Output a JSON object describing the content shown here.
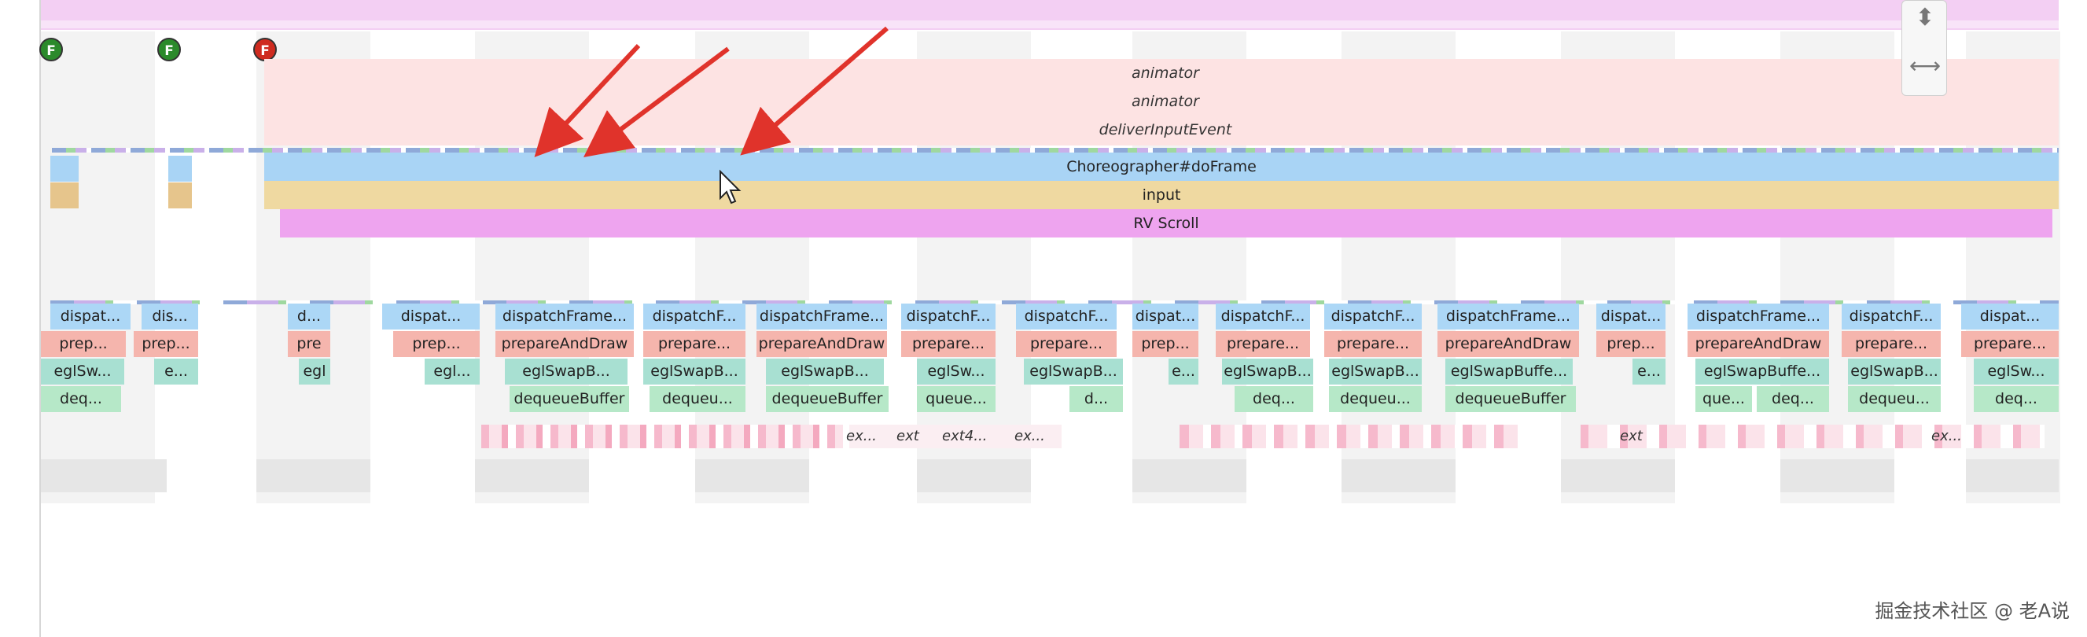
{
  "frame_markers": [
    {
      "label": "F",
      "status": "ok"
    },
    {
      "label": "F",
      "status": "ok"
    },
    {
      "label": "F",
      "status": "janky"
    }
  ],
  "main_thread": {
    "italic_labels": [
      "animator",
      "animator",
      "deliverInputEvent"
    ],
    "choreographer": "Choreographer#doFrame",
    "input": "input",
    "rv_scroll": "RV Scroll"
  },
  "render_thread": {
    "row1": [
      "dispat...",
      "dis...",
      "d...",
      "dispat...",
      "dispatchFrame...",
      "dispatchF...",
      "dispatchFrame...",
      "dispatchF...",
      "dispatchF...",
      "dispat...",
      "dispatchF...",
      "dispatchF...",
      "dispatchFrame...",
      "dispat...",
      "dispatchFrame...",
      "dispatchF...",
      "dispat..."
    ],
    "row2": [
      "prep...",
      "prep...",
      "pre",
      "prep...",
      "prepareAndDraw",
      "prepare...",
      "prepareAndDraw",
      "prepare...",
      "prepare...",
      "prep...",
      "prepare...",
      "prepare...",
      "prepareAndDraw",
      "prep...",
      "prepareAndDraw",
      "prepare...",
      "prepare..."
    ],
    "row3": [
      "eglSw...",
      "e...",
      "egl",
      "egl...",
      "eglSwapB...",
      "eglSwapB...",
      "eglSwapB...",
      "eglSw...",
      "eglSwapB...",
      "e...",
      "eglSwapB...",
      "eglSwapB...",
      "eglSwapBuffe...",
      "e...",
      "eglSwapBuffe...",
      "eglSwapB...",
      "eglSw..."
    ],
    "row4": [
      "deq...",
      "dequeueBuffer",
      "dequeu...",
      "dequeueBuffer",
      "queue...",
      "d...",
      "deq...",
      "dequeu...",
      "dequeueBuffer",
      "que...",
      "deq...",
      "dequeu...",
      "deq..."
    ]
  },
  "ext_labels": [
    "ex...",
    "ext",
    "ext4...",
    "ex...",
    "ext",
    "ex..."
  ],
  "controls": {
    "top_icon": "expand-vertical-icon",
    "bottom_icon": "fit-horizontal-icon",
    "top_glyph": "⬍",
    "bottom_glyph": "⟷"
  },
  "annotations": {
    "arrow_color": "#e0332b",
    "arrow_count": 3
  },
  "watermark": "掘金技术社区 @ 老A说",
  "colors": {
    "choreographer": "#a9d4f5",
    "input": "#efd9a1",
    "rv_scroll": "#eea4ef",
    "dispatch": "#acd7f6",
    "prepare": "#f5b5ad",
    "egl": "#a8e0d2",
    "dequeue": "#b6e8c8"
  }
}
